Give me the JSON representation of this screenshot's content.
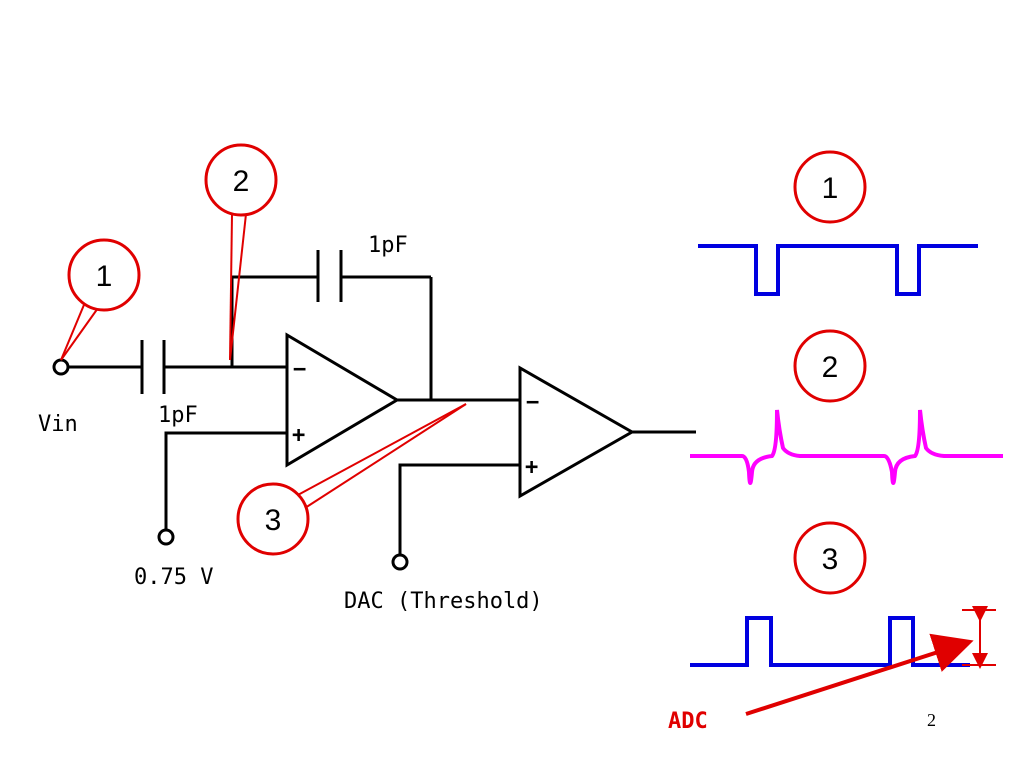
{
  "labels": {
    "vin": "Vin",
    "cap_feedback": "1pF",
    "cap_input": "1pF",
    "ref_voltage": "0.75 V",
    "dac": "DAC (Threshold)",
    "adc": "ADC",
    "page_number": "2"
  },
  "callouts": [
    "1",
    "2",
    "3"
  ],
  "waveform_labels": [
    "1",
    "2",
    "3"
  ],
  "opamp_signs": {
    "minus": "−",
    "plus": "+"
  },
  "colors": {
    "callout": "#e00000",
    "waveform1": "#0000e0",
    "waveform2": "#ff00ff",
    "waveform3": "#0000e0",
    "adc_arrow": "#e00000"
  }
}
